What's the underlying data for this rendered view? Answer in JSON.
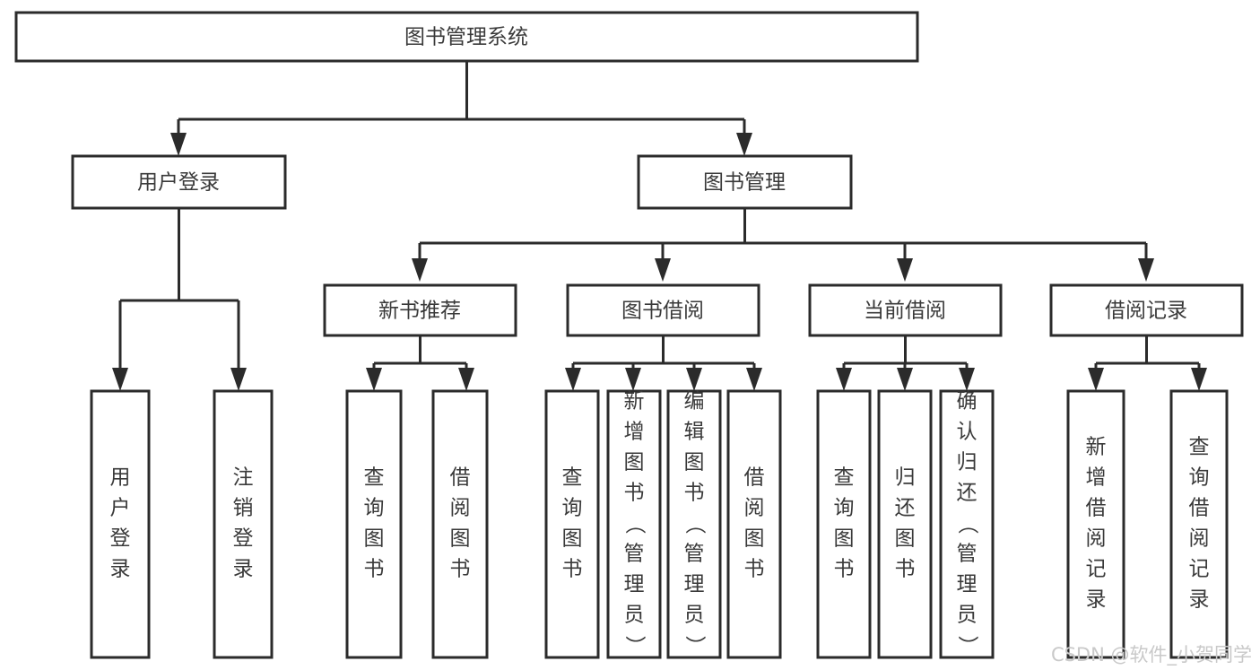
{
  "diagram": {
    "title": "图书管理系统",
    "type": "tree",
    "root": {
      "id": "root",
      "label": "图书管理系统"
    },
    "level1": [
      {
        "id": "user-login",
        "label": "用户登录"
      },
      {
        "id": "book-manage",
        "label": "图书管理"
      }
    ],
    "level2": [
      {
        "id": "new-book-rec",
        "label": "新书推荐"
      },
      {
        "id": "book-borrow",
        "label": "图书借阅"
      },
      {
        "id": "current-borrow",
        "label": "当前借阅"
      },
      {
        "id": "borrow-record",
        "label": "借阅记录"
      }
    ],
    "leaves": {
      "user_login": [
        {
          "id": "leaf-user-login",
          "label": "用户登录"
        },
        {
          "id": "leaf-logout-login",
          "label": "注销登录"
        }
      ],
      "new_book_rec": [
        {
          "id": "leaf-query-book-1",
          "label": "查询图书"
        },
        {
          "id": "leaf-borrow-book-1",
          "label": "借阅图书"
        }
      ],
      "book_borrow": [
        {
          "id": "leaf-query-book-2",
          "label": "查询图书"
        },
        {
          "id": "leaf-add-book",
          "label": "新增图书（管理员）"
        },
        {
          "id": "leaf-edit-book",
          "label": "编辑图书（管理员）"
        },
        {
          "id": "leaf-borrow-book-2",
          "label": "借阅图书"
        }
      ],
      "current_borrow": [
        {
          "id": "leaf-query-book-3",
          "label": "查询图书"
        },
        {
          "id": "leaf-return-book",
          "label": "归还图书"
        },
        {
          "id": "leaf-confirm-return",
          "label": "确认归还（管理员）"
        }
      ],
      "borrow_record": [
        {
          "id": "leaf-add-record",
          "label": "新增借阅记录"
        },
        {
          "id": "leaf-query-record",
          "label": "查询借阅记录"
        }
      ]
    }
  },
  "watermark": {
    "text": "CSDN @软件_小贺同学"
  },
  "colors": {
    "box_stroke": "#2b2b2b",
    "box_fill": "#ffffff",
    "text": "#3a3a3a",
    "connector": "#2b2b2b",
    "watermark": "#c9c9c9",
    "background": "#ffffff"
  }
}
